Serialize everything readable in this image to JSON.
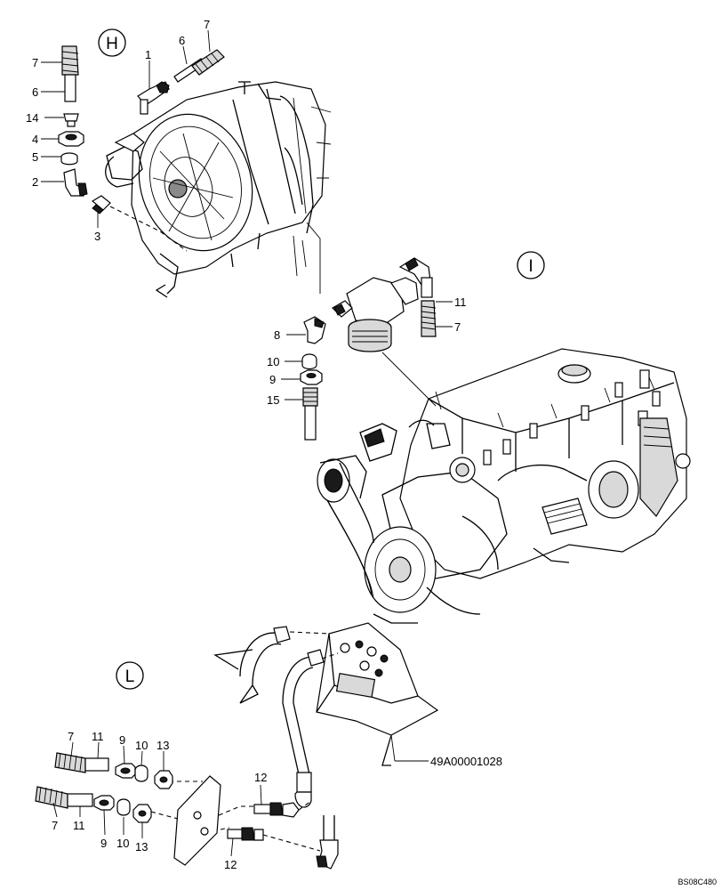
{
  "views": {
    "h": {
      "letter": "H"
    },
    "i": {
      "letter": "I"
    },
    "l": {
      "letter": "L"
    }
  },
  "callouts": {
    "h_7_left": "7",
    "h_6_left": "6",
    "h_14": "14",
    "h_4": "4",
    "h_5": "5",
    "h_2": "2",
    "h_3": "3",
    "h_1": "1",
    "h_6_top": "6",
    "h_7_top": "7",
    "i_11": "11",
    "i_7": "7",
    "i_8": "8",
    "i_10": "10",
    "i_9": "9",
    "i_15": "15",
    "l_7_a": "7",
    "l_11_a": "11",
    "l_9_a": "9",
    "l_10_a": "10",
    "l_13_a": "13",
    "l_7_b": "7",
    "l_11_b": "11",
    "l_9_b": "9",
    "l_10_b": "10",
    "l_13_b": "13",
    "l_12_a": "12",
    "l_12_b": "12"
  },
  "part_number": "49A00001028",
  "drawing_code": "BS08C480"
}
